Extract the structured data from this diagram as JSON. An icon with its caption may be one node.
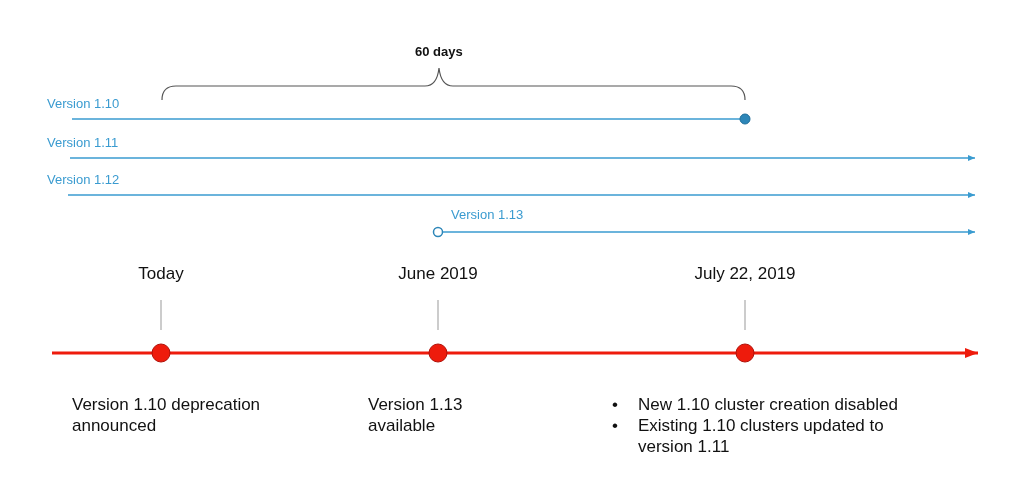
{
  "diagram": {
    "labels": [
      "60 days",
      "Version 1.10",
      "Version 1.11",
      "Version 1.12",
      "Version 1.13",
      "Today",
      "June 2019",
      "July 22, 2019",
      "Version 1.10 deprecation announced",
      "Version 1.13 available",
      "•",
      "New 1.10 cluster creation disabled",
      "•",
      "Existing 1.10 clusters updated to version 1.11"
    ]
  }
}
